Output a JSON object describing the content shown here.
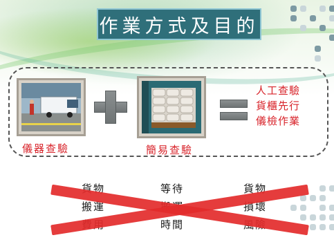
{
  "title": "作業方式及目的",
  "left_item": {
    "label": "儀器查驗",
    "image": "truck-photo"
  },
  "middle_item": {
    "label": "簡易查驗",
    "image": "cargo-sacks-photo"
  },
  "operators": {
    "plus": "plus-icon",
    "equals": "equals-icon"
  },
  "result": [
    "人工查驗",
    "貨櫃先行",
    "儀檢作業"
  ],
  "crossed_out": {
    "col1": [
      "貨物",
      "搬運",
      "費用"
    ],
    "col2": [
      "等待",
      "搬運",
      "時間"
    ],
    "col3": [
      "貨物",
      "損壞",
      "風險"
    ]
  },
  "colors": {
    "title_bg": "#2f6f7a",
    "red": "#d8232a",
    "cross": "#e32b2b"
  }
}
